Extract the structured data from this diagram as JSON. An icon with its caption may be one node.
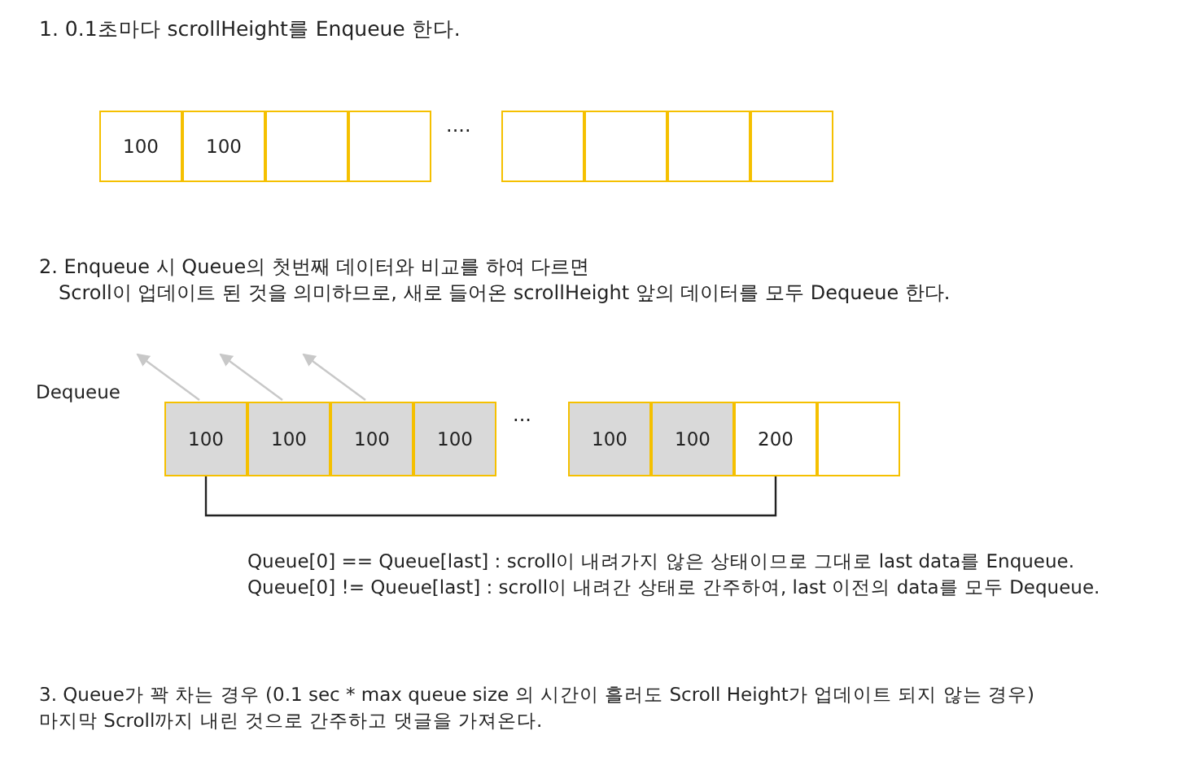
{
  "diagram": {
    "nodes": [
      {
        "text": [
          "100"
        ]
      },
      {
        "text": [
          "100"
        ]
      },
      {
        "text": [],
        "shape": "box"
      },
      {
        "text": [],
        "shape": "box"
      },
      {
        "text": [],
        "shape": "box"
      },
      {
        "text": [],
        "shape": "box"
      },
      {
        "text": [],
        "shape": "box"
      },
      {
        "text": [],
        "shape": "box"
      },
      {
        "text": [
          "100"
        ]
      },
      {
        "text": [
          "100"
        ]
      },
      {
        "text": [
          "100"
        ]
      },
      {
        "text": [
          "100"
        ]
      },
      {
        "text": [
          "100"
        ]
      },
      {
        "text": [
          "100"
        ]
      },
      {
        "text": [
          "200"
        ]
      },
      {
        "text": [],
        "shape": "box"
      }
    ],
    "edges": [
      {
        "from": 8,
        "to": null,
        "arrow": "to"
      },
      {
        "from": 9,
        "to": null,
        "arrow": "to"
      },
      {
        "from": 10,
        "to": null,
        "arrow": "to"
      },
      {
        "from": 8,
        "to": 14,
        "arrow": "none",
        "color": "#222222"
      }
    ],
    "labels": [
      "1. 0.1초마다 scrollHeight를 Enqueue 한다.",
      "....",
      "2. Enqueue 시 Queue의 첫번째 데이터와 비교를 하여 다르면",
      "Scroll이 업데이트 된 것을 의미하므로, 새로 들어온 scrollHeight 앞의 데이터를 모두 Dequeue 한다.",
      "Dequeue",
      "...",
      "Queue[0] == Queue[last] : scroll이 내려가지 않은 상태이므로 그대로 last data를 Enqueue.",
      "Queue[0] != Queue[last] : scroll이 내려간 상태로 간주하여, last 이전의 data를 모두 Dequeue.",
      "3. Queue가 꽉 차는 경우 (0.1 sec * max queue size 의 시간이 흘러도 Scroll Height가 업데이트 되지 않는 경우)",
      "마지막 Scroll까지 내린 것으로 간주하고 댓글을 가져온다."
    ]
  }
}
